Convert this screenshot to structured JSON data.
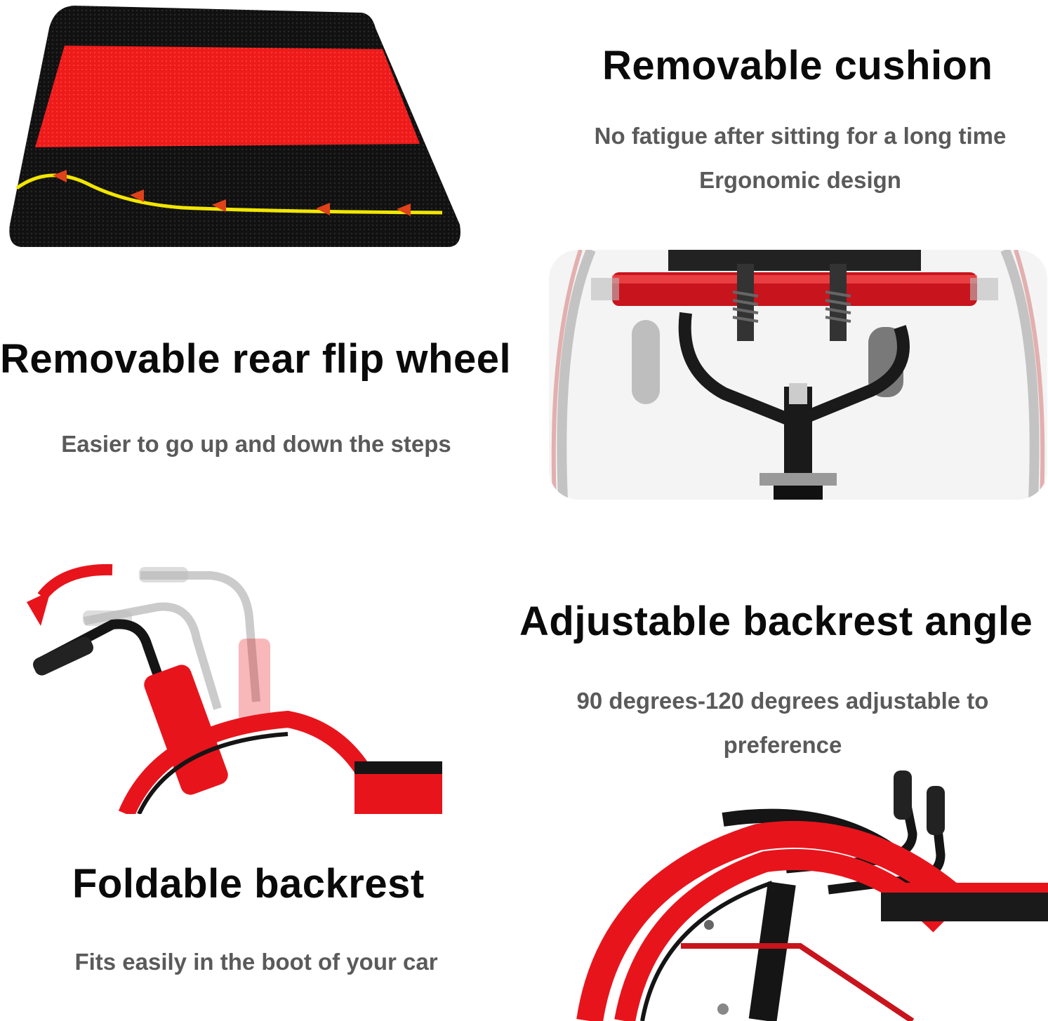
{
  "sections": {
    "cushion": {
      "title": "Removable cushion",
      "lines": [
        "No fatigue after sitting for a long time",
        "Ergonomic design"
      ]
    },
    "rear_wheel": {
      "title": "Removable rear flip wheel",
      "lines": [
        "Easier to go up and down the steps"
      ]
    },
    "backrest_angle": {
      "title": "Adjustable backrest angle",
      "lines": [
        "90 degrees-120 degrees adjustable to",
        "preference"
      ]
    },
    "foldable": {
      "title": "Foldable backrest",
      "lines": [
        "Fits easily in the boot of your car"
      ]
    }
  },
  "colors": {
    "accent_red": "#e8141c",
    "frame_black": "#151515",
    "curve_yellow": "#f2e600",
    "title_text": "#0a0a0a",
    "sub_text": "#5a5a5a"
  },
  "images": {
    "cushion": "seat-cushion-photo",
    "rear_wheel": "anti-tip-wheel-photo",
    "foldable": "folding-backrest-photo",
    "backrest_angle": "backrest-side-photo"
  }
}
